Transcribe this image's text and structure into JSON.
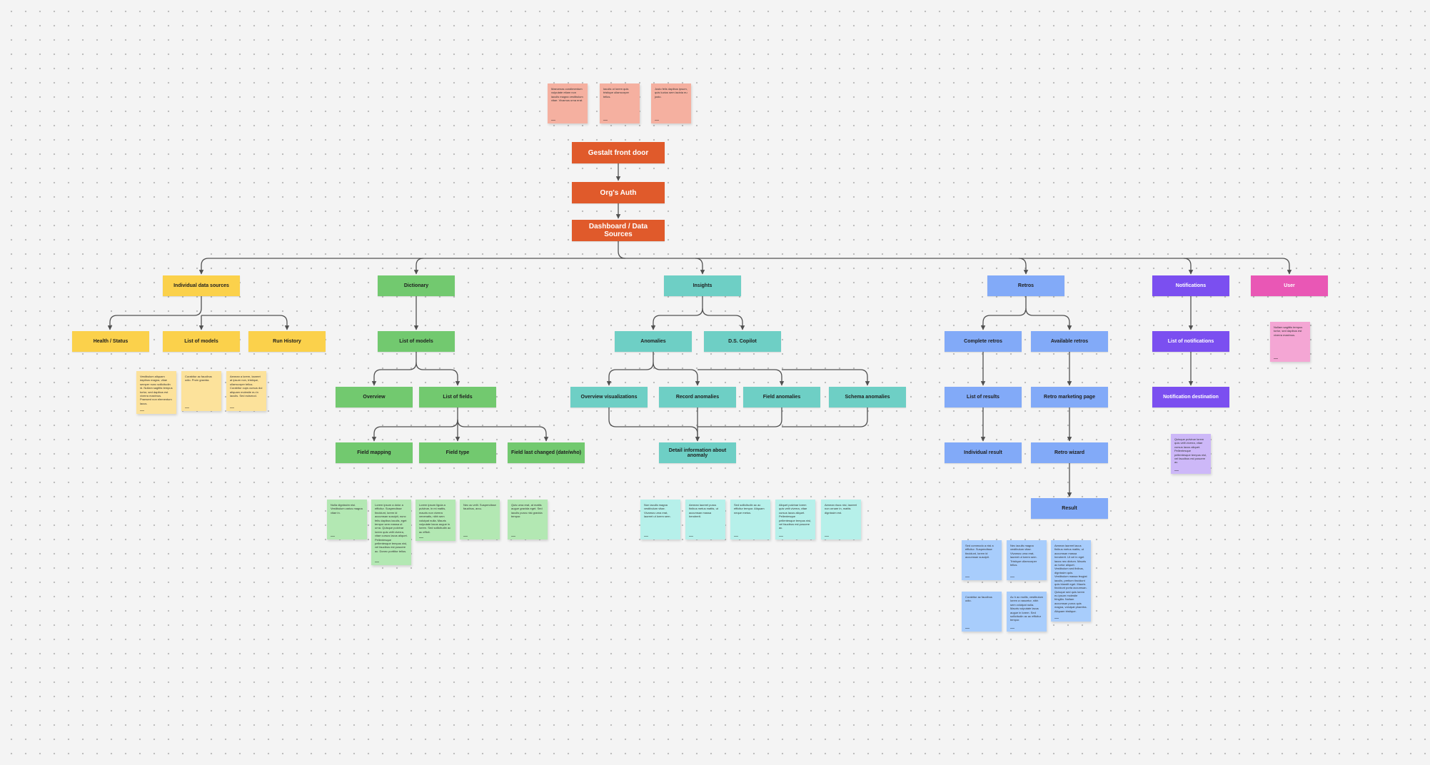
{
  "colors": {
    "orange": "#e05a2b",
    "yellow": "#fbd14b",
    "green": "#72c96f",
    "teal": "#6ecfc5",
    "blue": "#82aaf8",
    "purple": "#7b4ff0",
    "pink": "#e957b5",
    "sticky_salmon": "#f5b0a0",
    "sticky_yellow": "#fce29b",
    "sticky_green": "#b3e8b3",
    "sticky_teal": "#b6f0ea",
    "sticky_blue": "#a8cdfc",
    "sticky_purple": "#cdb8f8",
    "sticky_pink": "#f4a6d4",
    "wire": "#505050"
  },
  "top_nodes": {
    "front_door": "Gestalt front door",
    "org_auth": "Org's Auth",
    "dashboard": "Dashboard / Data Sources"
  },
  "sections": {
    "data_sources": {
      "title": "Individual data sources",
      "children": [
        "Health / Status",
        "List of models",
        "Run History"
      ]
    },
    "dictionary": {
      "title": "Dictionary",
      "list_of_models": "List of models",
      "overview": "Overview",
      "list_of_fields": "List of fields",
      "field_children": [
        "Field mapping",
        "Field type",
        "Field last changed (date/who)"
      ]
    },
    "insights": {
      "title": "Insights",
      "anomalies": "Anomalies",
      "copilot": "D.S. Copilot",
      "anomaly_children": [
        "Overview visualizations",
        "Record anomalies",
        "Field anomalies",
        "Schema anomalies"
      ],
      "detail": "Detail information about anomaly"
    },
    "retros": {
      "title": "Retros",
      "complete": "Complete retros",
      "available": "Available retros",
      "list_of_results": "List of results",
      "individual_result": "Individual result",
      "marketing_page": "Retro marketing page",
      "wizard": "Retro wizard",
      "result": "Result"
    },
    "notifications": {
      "title": "Notifications",
      "list": "List of notifications",
      "destination": "Notification destination"
    },
    "user": {
      "title": "User"
    }
  },
  "stickies": {
    "salmon": [
      "Maecenas condimentum vulputate etiam non iaculis magna vestibulum vitae. Vivamus urna erat.",
      "Iaculis ut lorem quis tristique ullamcorper tellus.",
      "Justo felis dapibus ipsum, quis luctus sem lacinia eu justo."
    ],
    "yellow": [
      "Vestibulum aliquam dapibus magna, vitae semper nunc sollicitudin id. Nullam sagittis tempus tortor, sed dapibus est viverra maximus. Praesent non elementum lacus.",
      "Curabitur ac faucibus odio. Proin gravida.",
      "Aenean a lorem, laoreet at ipsum non, tristique, ullamcorper tellus. Curabitur cups cursus dui aliquam molestie eu in iaculis. Sed euismod."
    ],
    "green": [
      "Nulla dignissim nisi. Vestibulum varius magna vitae in.",
      "Lorem ipsum a dolor a efficitur. Suspendisse tincidunt, lorem id accumsan suscipit, nunc felis dapibus iaculis, eget tempor sem massa ut urna. Quisque pulvinar lorem quis velit viverra, vitae cursus lacus aliquet. Pellentesque pellentesque tempus nisl, vel faucibus est posuere ac. Donec porttitor tellus.",
      "Lorem ipsum ligula a pulvinar, in mi mattis, mauris non viverra venenatis, nibh sem volutpat nulla. Mauris vulputate lacus augue in lorem. Sed sollicitudin ac ac efficit.",
      "Nec ac velit. Suspendisse faucibus, arcu.",
      "Quis urna erat, at mattis augue gravida eget. Sed iaculis purus nisi gravida tempor."
    ],
    "teal": [
      "Non iaculis magna vestibulum vitae. Vivamus urna erat, laoreet ut lorem sem.",
      "Aenean laoreet purus finibus metus mattis, ut accumsan massa hendrerit.",
      "Sed sollicitudin ac ac efficitur tempor. Aliquam neque metus.",
      "Aliquet pulvinar lorem quis velit viverra, vitae cursus lacus aliquet. Pellentesque pellentesque tempus nisl, vel faucibus est posuere ac.",
      "Aenean risus nisi, laoreet non ornare in, mattis dignissim est."
    ],
    "blue": [
      "Sed commodo a nisi a efficitur. Suspendisse tincidunt, lorem id accumsan suscipit.",
      "Nec iaculis magna vestibulum vitae. Vivamus urna erat, laoreet ut lorem sem. Tristique ullamcorper tellus.",
      "Aenean laoreet lacus finibus metus mattis, ut accumsan massa hendrerit. Ut vel in eget lacus nec dictum. Mauris ac tortor aliquet. Vestibulum sed finibus, dignissim quis. Vestibulum massa feugiat iaculis, pretium tincidunt quis blandit eget. Mauris tincidunt porta accumsan. Quisque sed quis lorem eu ipsum molestie fringilla. Nullam accumsan purus quis magna, volutpat pharetra. Aliquam tristique.",
      "Curabitur ac faucibus odio.",
      "Ac h ac mollis, vestibulum lorem a nascetur, nibh sem volutpat nulla. Mauris vulputate lacus augue in lorem. Sed sollicitudin ac ac efficitur tempor."
    ],
    "purple": [
      "Quisque pulvinar lorem quis velit viverra, vitae cursus lacus aliquet. Pellentesque pellentesque tempus nisl, vel faucibus est posuere ac."
    ],
    "pink": [
      "Nullam sagittis tempus tortor, sed dapibus est viverra maximus."
    ]
  }
}
